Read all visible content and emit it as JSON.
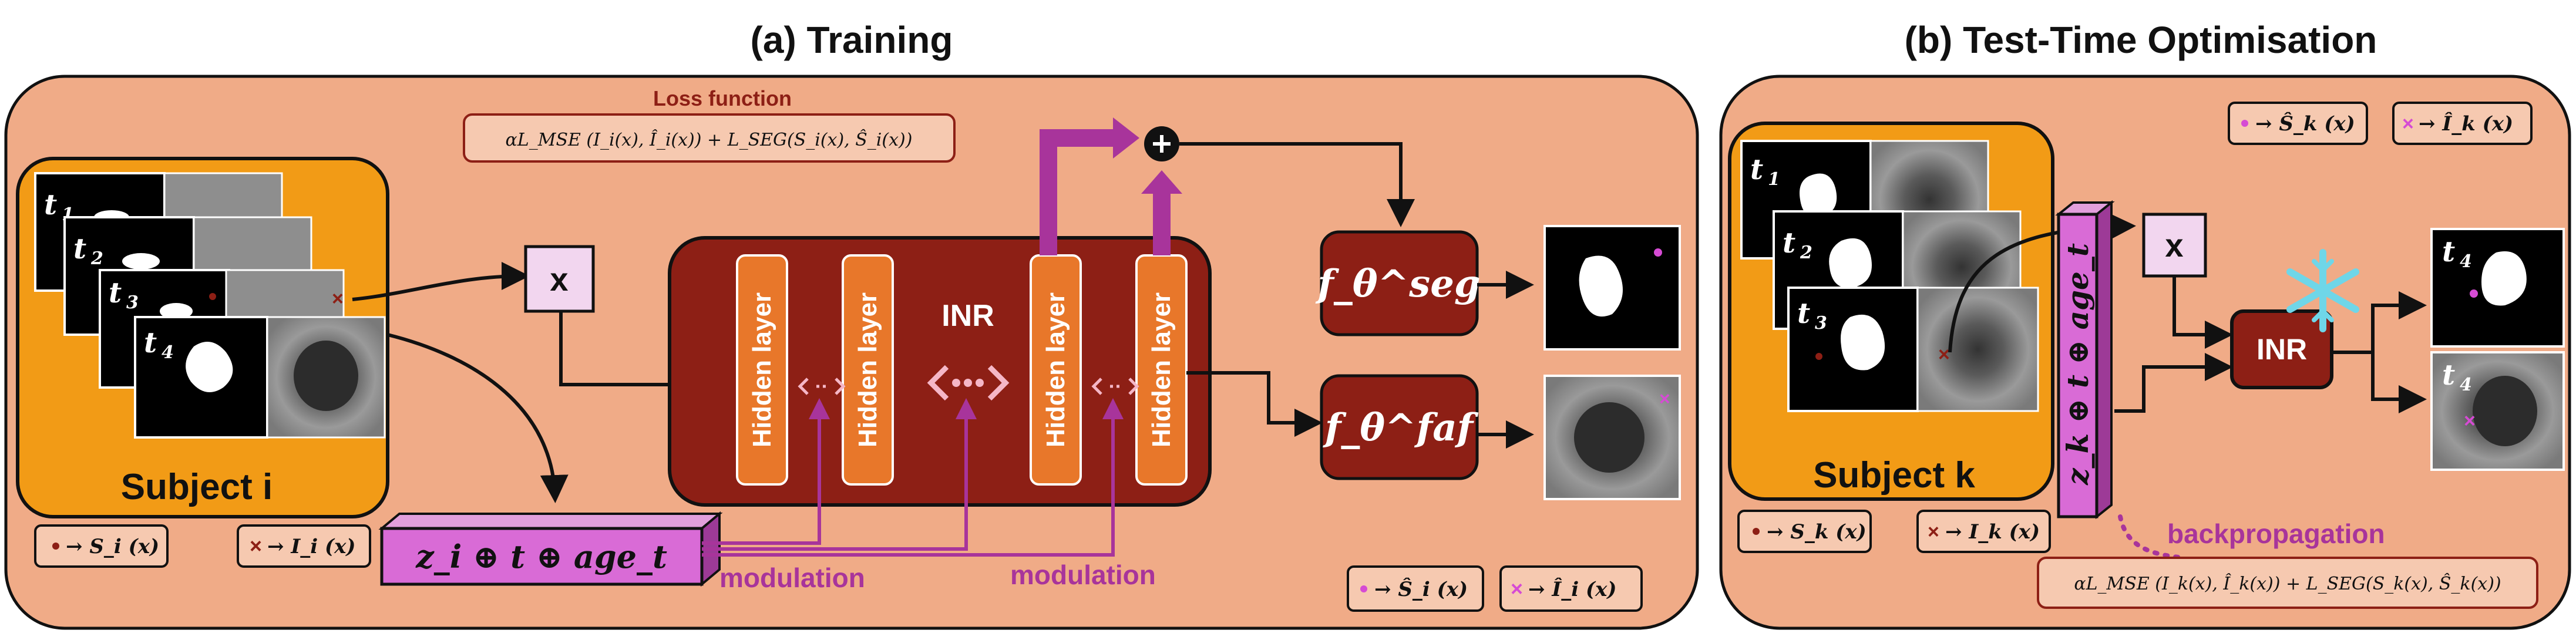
{
  "training": {
    "title": "(a) Training",
    "time_labels": [
      "t",
      "t",
      "t",
      "t"
    ],
    "time_subs": [
      "1",
      "2",
      "3",
      "4"
    ],
    "subject_label": "Subject i",
    "x_label": "x",
    "hidden_layers": [
      "Hidden layer",
      "Hidden layer",
      "Hidden layer",
      "Hidden layer"
    ],
    "inr_label": "INR",
    "loss_title": "Loss function",
    "loss_expression": "αL_MSE (I_i(x), Î_i(x)) + L_SEG(S_i(x), Ŝ_i(x))",
    "f_seg": "f_θ^seg",
    "f_faf": "f_θ^faf",
    "z_text": "z_i ⊕ t ⊕ age_t",
    "modulation_1": "modulation",
    "modulation_2": "modulation",
    "legend": {
      "dot_seg": "→ S_i (x)",
      "x_img": "→ I_i (x)",
      "dot_pred": "→ Ŝ_i (x)",
      "x_pred": "→ Î_i (x)"
    }
  },
  "tto": {
    "title": "(b) Test-Time Optimisation",
    "time_labels": [
      "t",
      "t",
      "t"
    ],
    "time_subs": [
      "1",
      "2",
      "3"
    ],
    "output_labels": [
      "t",
      "t"
    ],
    "output_subs": [
      "4",
      "4"
    ],
    "subject_label": "Subject k",
    "x_label": "x",
    "inr_label": "INR",
    "z_text": "z_k ⊕ t ⊕ age_t",
    "backprop": "backpropagation",
    "loss_expression": "αL_MSE (I_k(x), Î_k(x)) + L_SEG(S_k(x), Ŝ_k(x))",
    "legend": {
      "dot_pred": "→ Ŝ_k (x)",
      "x_pred": "→ Î_k (x)",
      "dot_seg": "→ S_k (x)",
      "x_img": "→ I_k (x)"
    }
  },
  "colors": {
    "panel": "#f0ab87",
    "subject": "#f29b16",
    "inr": "#8d1f15",
    "hidden": "#e8772a",
    "purple": "#a8349b",
    "z_box": "#d96bd6",
    "snowflake": "#6fd6e8"
  },
  "icons": [
    "snowflake-icon",
    "plus-circle-icon",
    "dashed-arrows-icon"
  ]
}
